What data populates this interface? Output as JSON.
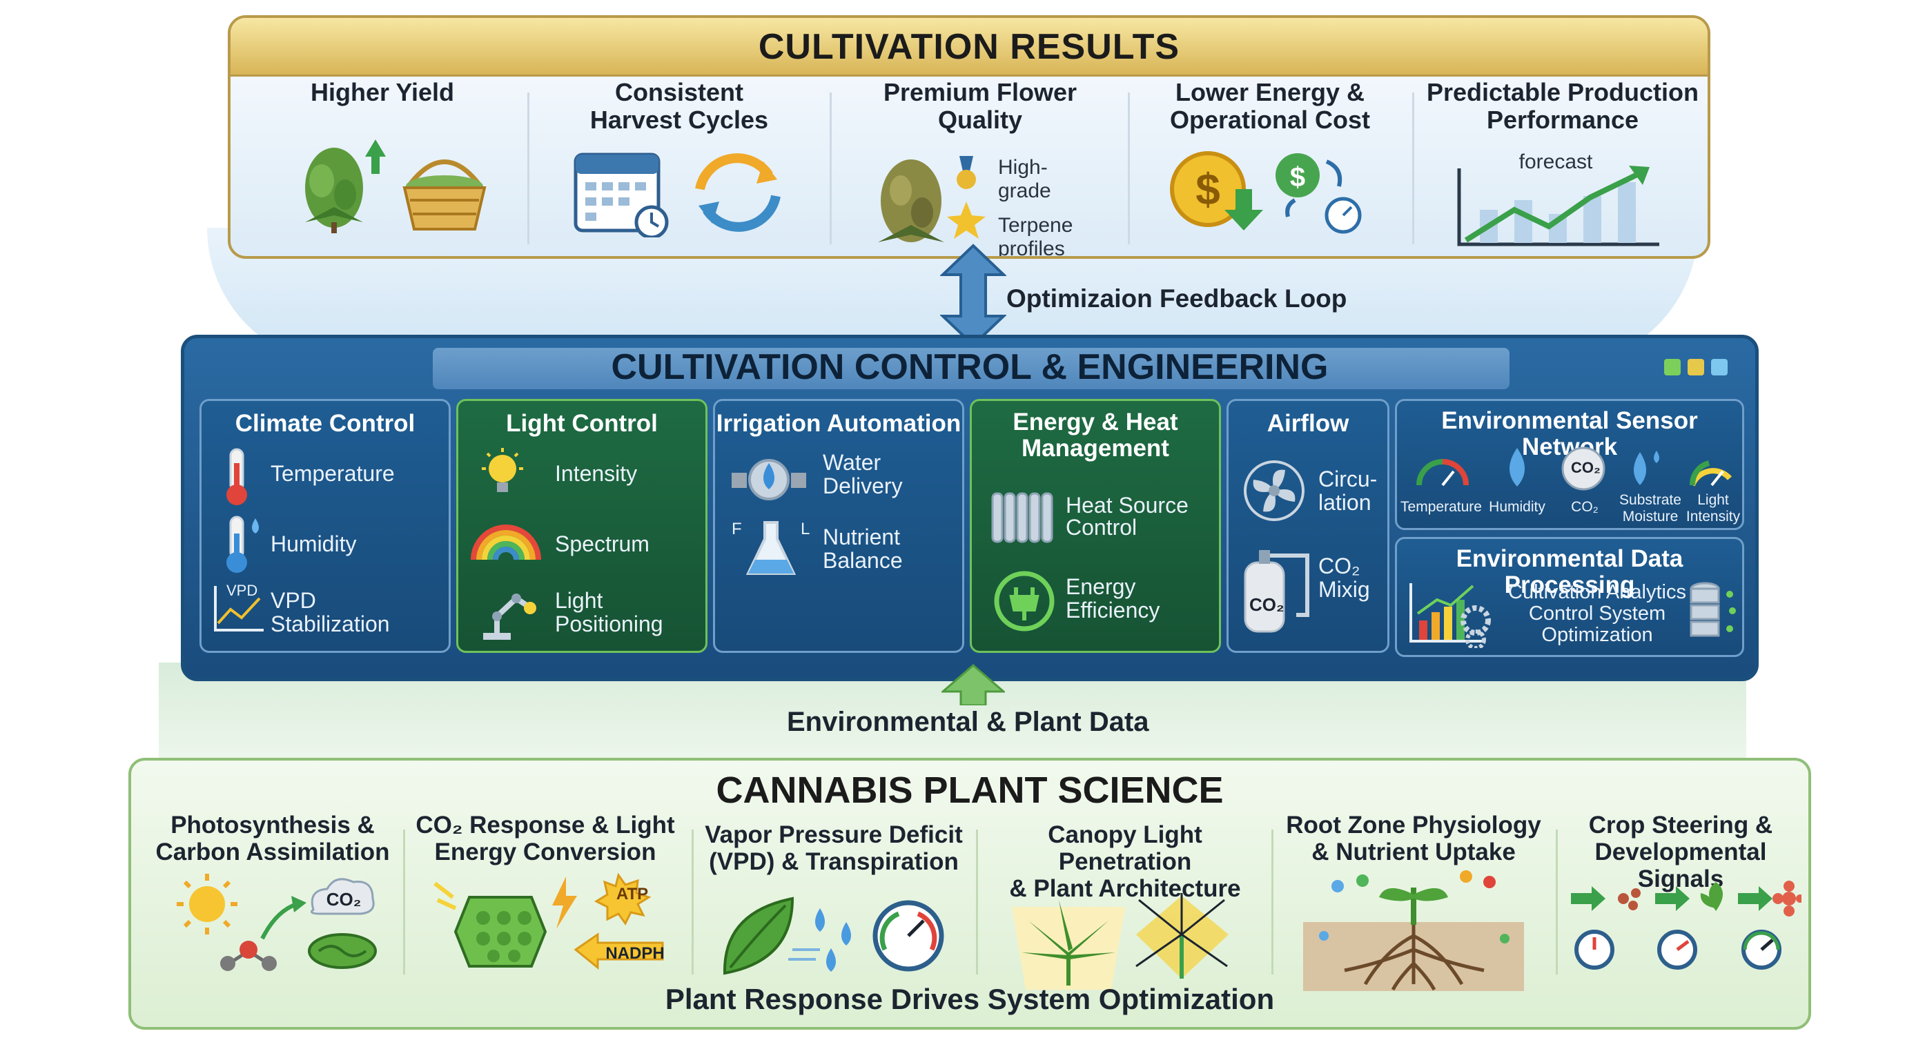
{
  "results": {
    "title": "CULTIVATION RESULTS",
    "items": [
      {
        "title_line1": "Higher Yield",
        "title_line2": ""
      },
      {
        "title_line1": "Consistent",
        "title_line2": "Harvest Cycles"
      },
      {
        "title_line1": "Premium Flower",
        "title_line2": "Quality",
        "tags": [
          "High-",
          "grade",
          "Terpene",
          "profiles"
        ]
      },
      {
        "title_line1": "Lower Energy &",
        "title_line2": "Operational Cost"
      },
      {
        "title_line1": "Predictable Production",
        "title_line2": "Performance",
        "chart_label": "forecast"
      }
    ]
  },
  "feedback_label": "Optimizaion Feedback Loop",
  "control": {
    "title": "CULTIVATION CONTROL & ENGINEERING",
    "window_dot_colors": [
      "#7ccf5a",
      "#e6c84a",
      "#7ec7ef"
    ],
    "cards": [
      {
        "title": "Climate Control",
        "items": [
          "Temperature",
          "Humidity",
          "VPD",
          "Stabilization"
        ],
        "vpd_tag": "VPD"
      },
      {
        "title": "Light Control",
        "items": [
          "Intensity",
          "Spectrum",
          "Light",
          "Positioning"
        ]
      },
      {
        "title": "Irrigation Automation",
        "items": [
          "Water",
          "Delivery",
          "Nutrient",
          "Balance"
        ],
        "flask_labels": [
          "F",
          "L"
        ]
      },
      {
        "title_line1": "Energy & Heat",
        "title_line2": "Management",
        "items": [
          "Heat Source",
          "Control",
          "Energy",
          "Efficiency"
        ]
      },
      {
        "title": "Airflow",
        "items": [
          "Circu-",
          "lation",
          "CO₂",
          "Mixig"
        ],
        "tank_label": "CO₂"
      }
    ],
    "sensor_network": {
      "title": "Environmental Sensor Network",
      "sensors": [
        "Temperature",
        "Humidity",
        "CO₂",
        "Substrate",
        "Moisture",
        "Light",
        "Intensity"
      ],
      "co2_badge": "CO₂"
    },
    "data_processing": {
      "title": "Environmental Data Processing",
      "lines": [
        "Cultivation Analytics",
        "Control System",
        "Optimization"
      ]
    }
  },
  "data_label": "Environmental & Plant Data",
  "plant": {
    "title": "CANNABIS PLANT SCIENCE",
    "columns": [
      {
        "line1": "Photosynthesis &",
        "line2": "Carbon Assimilation",
        "badge": "CO₂"
      },
      {
        "line1": "CO₂ Response & Light",
        "line2": "Energy Conversion",
        "atp": "ATP",
        "nadph": "NADPH"
      },
      {
        "line1": "Vapor Pressure Deficit",
        "line2": "(VPD) & Transpiration"
      },
      {
        "line1": "Canopy Light Penetration",
        "line2": "& Plant Architecture"
      },
      {
        "line1": "Root Zone Physiology",
        "line2": "& Nutrient Uptake"
      },
      {
        "line1": "Crop Steering &",
        "line2": "Developmental Signals"
      }
    ],
    "footer": "Plant Response Drives System Optimization"
  }
}
